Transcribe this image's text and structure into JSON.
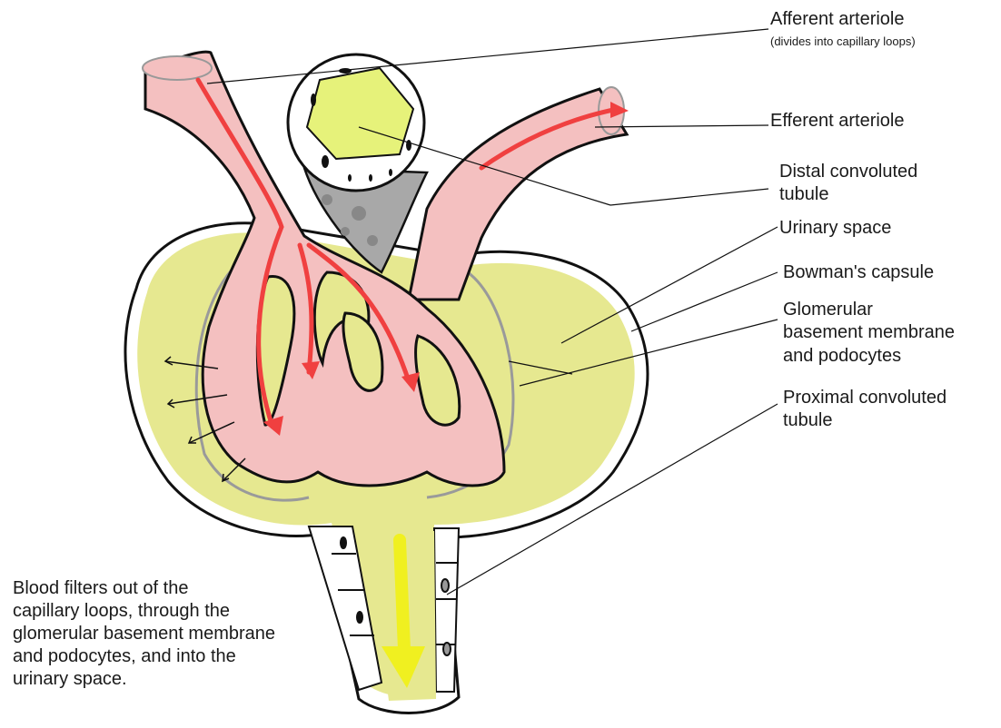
{
  "colors": {
    "capsule_fill": "#e8e890",
    "urinary_space": "#e6e890",
    "capillary_fill": "#f4c0c0",
    "arrow_red": "#f04040",
    "filtrate_yellow": "#f0f020",
    "granular": "#a8a8a8",
    "outline": "#111111"
  },
  "labels": {
    "afferent": "Afferent arteriole",
    "afferent_note": "(divides into capillary loops)",
    "efferent": "Efferent arteriole",
    "distal_line1": "Distal convoluted",
    "distal_line2": "tubule",
    "urinary": "Urinary space",
    "bowman": "Bowman's capsule",
    "gbm_line1": "Glomerular",
    "gbm_line2": "basement membrane",
    "gbm_line3": "and podocytes",
    "proximal_line1": "Proximal convoluted",
    "proximal_line2": "tubule"
  },
  "description_lines": [
    "Blood filters out of the",
    "capillary loops, through the",
    "glomerular basement membrane",
    "and podocytes, and into the",
    "urinary space."
  ]
}
